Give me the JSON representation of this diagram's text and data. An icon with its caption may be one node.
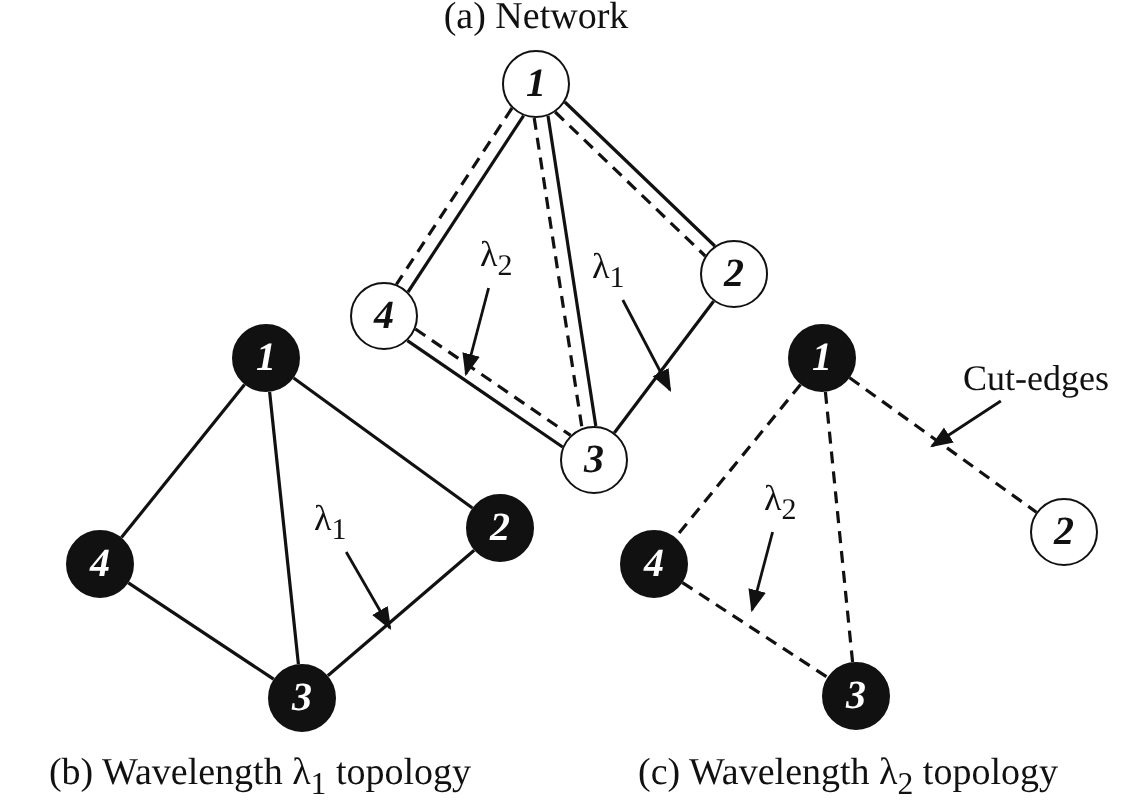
{
  "diagram": {
    "nodes": [
      {
        "text": [
          "1"
        ]
      },
      {
        "text": [
          "2"
        ]
      },
      {
        "text": [
          "3"
        ]
      },
      {
        "text": [
          "4"
        ]
      },
      {
        "text": [
          "1"
        ]
      },
      {
        "text": [
          "2"
        ]
      },
      {
        "text": [
          "3"
        ]
      },
      {
        "text": [
          "4"
        ]
      },
      {
        "text": [
          "1"
        ]
      },
      {
        "text": [
          "2"
        ]
      },
      {
        "text": [
          "3"
        ]
      },
      {
        "text": [
          "4"
        ]
      },
      {
        "text": [
          "λ$_{2}$"
        ]
      },
      {
        "text": [
          "λ$_{1}$"
        ]
      },
      {
        "text": [
          "λ$_{1}$"
        ]
      },
      {
        "text": [
          "λ$_{2}$"
        ]
      },
      {
        "text": [
          "Cut-edges"
        ]
      }
    ],
    "edges": [
      {
        "from": 0,
        "to": 1,
        "arrow": "none"
      },
      {
        "from": 0,
        "to": 1,
        "arrow": "none",
        "style": "dashed"
      },
      {
        "from": 0,
        "to": 3,
        "arrow": "none"
      },
      {
        "from": 0,
        "to": 3,
        "arrow": "none",
        "style": "dashed"
      },
      {
        "from": 0,
        "to": 2,
        "arrow": "none"
      },
      {
        "from": 0,
        "to": 2,
        "arrow": "none",
        "style": "dashed"
      },
      {
        "from": 1,
        "to": 2,
        "arrow": "none"
      },
      {
        "from": 3,
        "to": 2,
        "arrow": "none"
      },
      {
        "from": 3,
        "to": 2,
        "arrow": "none",
        "style": "dashed"
      },
      {
        "from": 4,
        "to": 5,
        "arrow": "none"
      },
      {
        "from": 4,
        "to": 7,
        "arrow": "none"
      },
      {
        "from": 4,
        "to": 6,
        "arrow": "none"
      },
      {
        "from": 5,
        "to": 6,
        "arrow": "none"
      },
      {
        "from": 7,
        "to": 6,
        "arrow": "none"
      },
      {
        "from": 8,
        "to": 9,
        "arrow": "none",
        "style": "dashed"
      },
      {
        "from": 8,
        "to": 11,
        "arrow": "none",
        "style": "dashed"
      },
      {
        "from": 8,
        "to": 10,
        "arrow": "none",
        "style": "dashed"
      },
      {
        "from": 11,
        "to": 10,
        "arrow": "none",
        "style": "dashed"
      },
      {
        "from": 12,
        "to": null,
        "arrow": "to"
      },
      {
        "from": 13,
        "to": null,
        "arrow": "to"
      },
      {
        "from": 14,
        "to": null,
        "arrow": "to"
      },
      {
        "from": 15,
        "to": null,
        "arrow": "to"
      },
      {
        "from": 16,
        "to": null,
        "arrow": "to"
      }
    ],
    "labels": [
      "(a) Network",
      "(b) Wavelength λ$_{1}$ topology",
      "(c) Wavelength λ$_{2}$ topology"
    ]
  }
}
